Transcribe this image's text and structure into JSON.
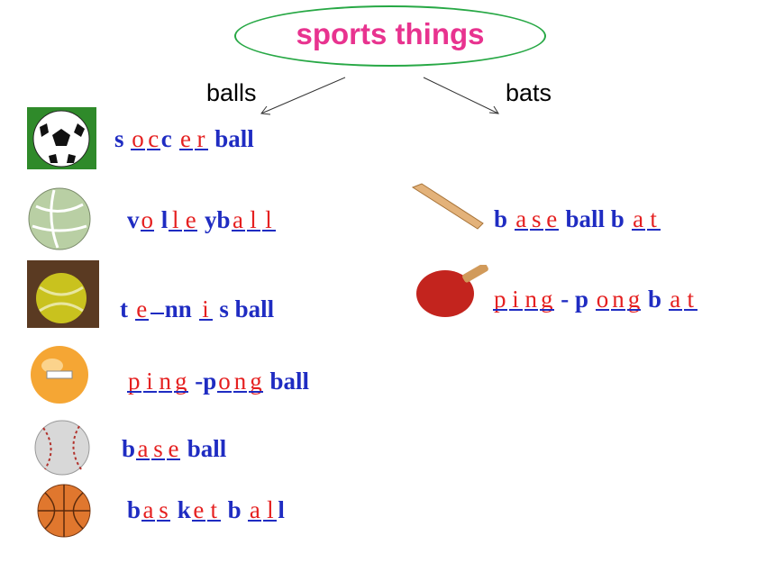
{
  "title": "sports things",
  "categories": {
    "balls": "balls",
    "bats": "bats"
  },
  "balls": [
    {
      "name": "soccer-ball",
      "parts": [
        {
          "t": "s "
        },
        {
          "b": "o"
        },
        {
          "b": "c"
        },
        {
          "t": "c "
        },
        {
          "b": "e"
        },
        {
          "b": "r"
        },
        {
          "t": " ball"
        }
      ]
    },
    {
      "name": "volleyball",
      "parts": [
        {
          "t": "v"
        },
        {
          "b": "o"
        },
        {
          "t": " l"
        },
        {
          "b": "l"
        },
        {
          "b": "e"
        },
        {
          "t": " yb"
        },
        {
          "b": "a"
        },
        {
          "b": "l"
        },
        {
          "b": "l"
        }
      ]
    },
    {
      "name": "tennis-ball",
      "parts": [
        {
          "t": "t "
        },
        {
          "b": "e"
        },
        {
          "b": ""
        },
        {
          "t": "n"
        },
        {
          "t": "n "
        },
        {
          "b": "i"
        },
        {
          "t": " s ball"
        }
      ]
    },
    {
      "name": "ping-pong-ball",
      "parts": [
        {
          "b": "p"
        },
        {
          "b": "i"
        },
        {
          "b": "n"
        },
        {
          "b": "g"
        },
        {
          "t": " -p"
        },
        {
          "b": "o"
        },
        {
          "b": "n"
        },
        {
          "b": "g"
        },
        {
          "t": " ball"
        }
      ]
    },
    {
      "name": "baseball",
      "parts": [
        {
          "t": "b"
        },
        {
          "b": "a"
        },
        {
          "b": "s"
        },
        {
          "b": "e"
        },
        {
          "t": " ball"
        }
      ]
    },
    {
      "name": "basketball",
      "parts": [
        {
          "t": "b"
        },
        {
          "b": "a"
        },
        {
          "b": "s"
        },
        {
          "t": " k"
        },
        {
          "b": "e"
        },
        {
          "b": "t"
        },
        {
          "t": " b "
        },
        {
          "b": "a"
        },
        {
          "b": "l"
        },
        {
          "t": "l"
        }
      ]
    }
  ],
  "bats": [
    {
      "name": "baseball-bat",
      "parts": [
        {
          "t": "b "
        },
        {
          "b": "a"
        },
        {
          "b": "s"
        },
        {
          "b": "e"
        },
        {
          "t": " ball b "
        },
        {
          "b": "a"
        },
        {
          "b": "t"
        }
      ]
    },
    {
      "name": "ping-pong-bat",
      "parts": [
        {
          "b": "p"
        },
        {
          "b": "i"
        },
        {
          "b": "n"
        },
        {
          "b": "g"
        },
        {
          "t": " - p "
        },
        {
          "b": "o"
        },
        {
          "b": "n"
        },
        {
          "b": "g"
        },
        {
          "t": " b "
        },
        {
          "b": "a"
        },
        {
          "b": "t"
        }
      ]
    }
  ],
  "colors": {
    "title": "#e8338f",
    "oval": "#27a845",
    "word": "#1f2cc2",
    "answer": "#e52020"
  }
}
